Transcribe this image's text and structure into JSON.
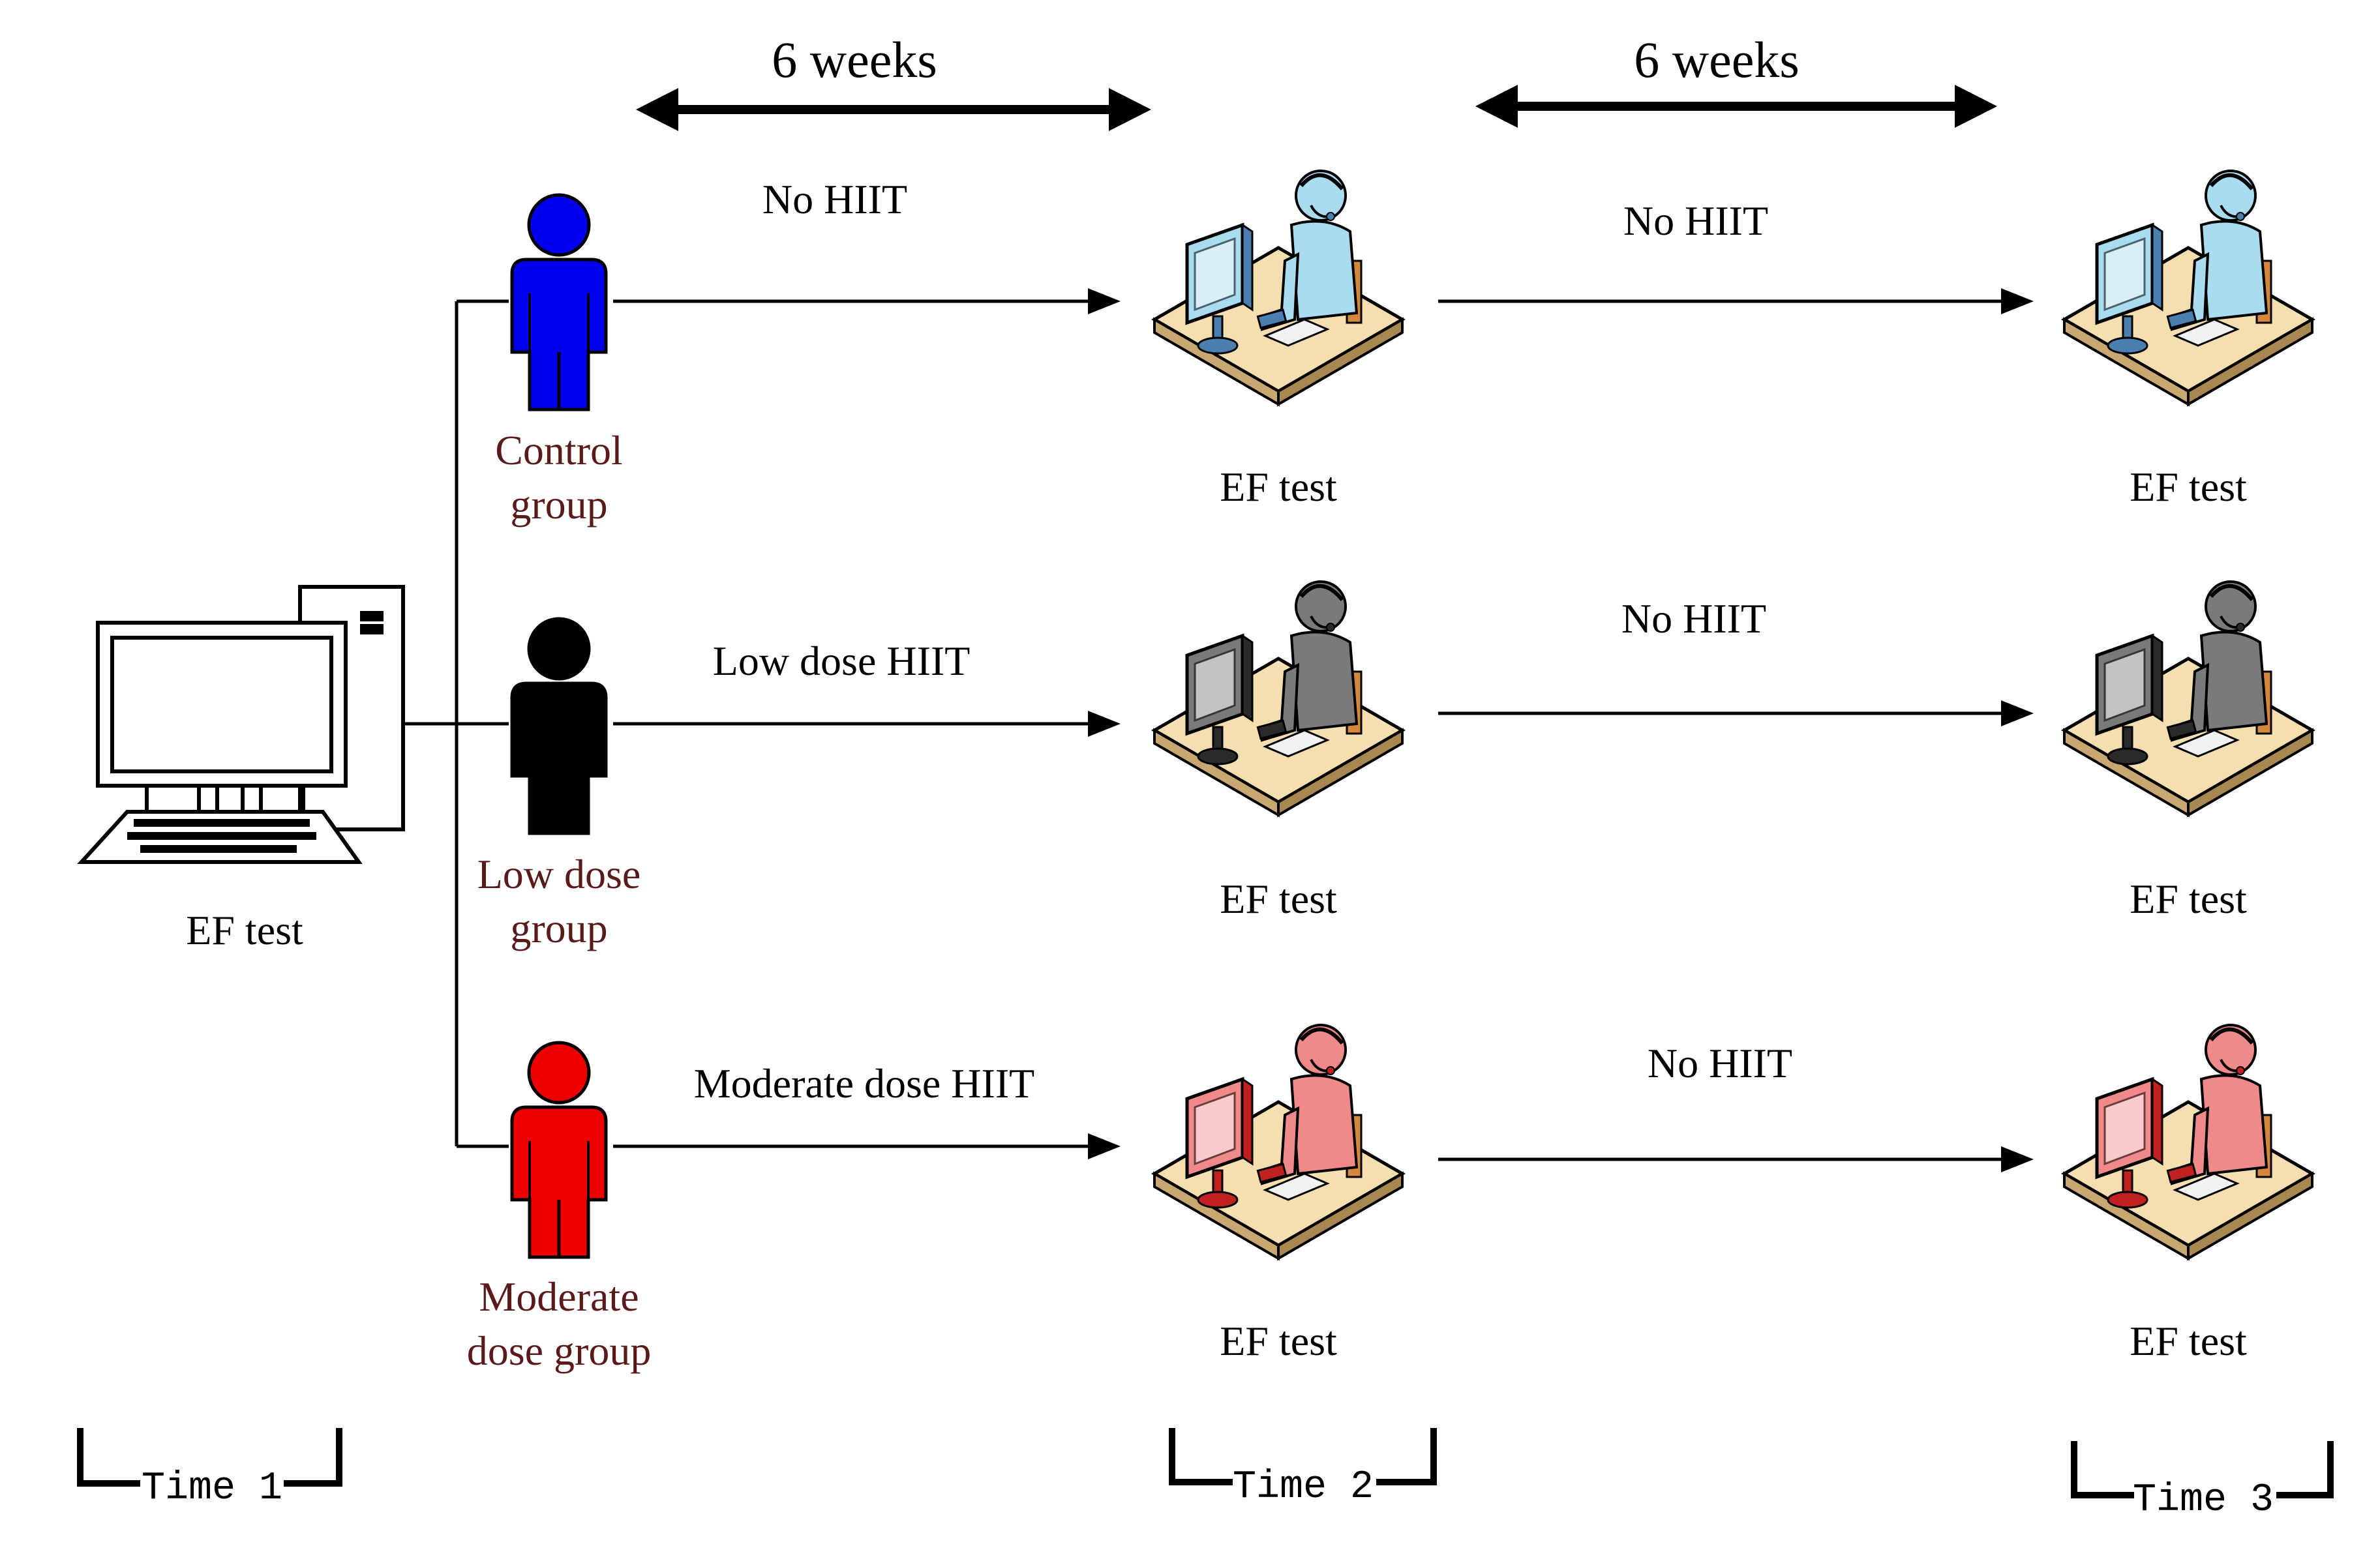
{
  "period_labels": [
    "6 weeks",
    "6 weeks"
  ],
  "baseline": {
    "label": "EF test"
  },
  "groups": [
    {
      "name_line1": "Control",
      "name_line2": "group",
      "color": "#0000ee",
      "phase1_label": "No HIIT",
      "phase2_label": "No HIIT",
      "test2_label": "EF test",
      "test3_label": "EF test"
    },
    {
      "name_line1": "Low dose",
      "name_line2": "group",
      "color": "#000000",
      "phase1_label": "Low dose HIIT",
      "phase2_label": "No HIIT",
      "test2_label": "EF test",
      "test3_label": "EF test"
    },
    {
      "name_line1": "Moderate",
      "name_line2": "dose group",
      "color": "#ee0000",
      "phase1_label": "Moderate dose HIIT",
      "phase2_label": "No HIIT",
      "test2_label": "EF test",
      "test3_label": "EF test"
    }
  ],
  "timepoints": [
    "Time 1",
    "Time 2",
    "Time 3"
  ],
  "colors": {
    "group_label": "#5a1a1a",
    "workstation_blue": "#a9dcef",
    "workstation_gray": "#7a7a7a",
    "workstation_red": "#f08a8a",
    "desk": "#f5deb0",
    "line": "#000000"
  }
}
